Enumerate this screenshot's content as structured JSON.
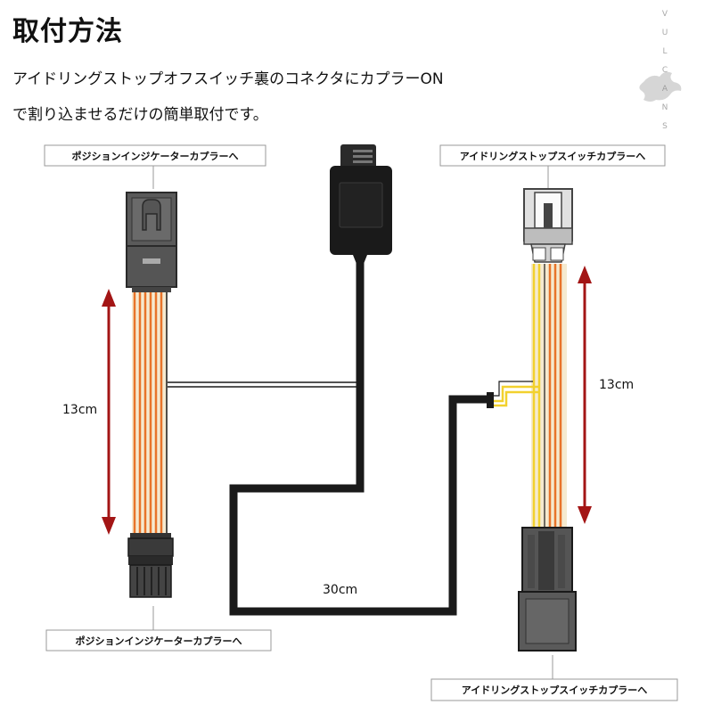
{
  "header": {
    "title": "取付方法",
    "line1": "アイドリングストップオフスイッチ裏のコネクタにカプラーON",
    "line2": "で割り込ませるだけの簡単取付です。"
  },
  "logo": {
    "letters": [
      "V",
      "U",
      "L",
      "C",
      "A",
      "N",
      "S"
    ]
  },
  "callouts": {
    "left_top": "ポジションインジケーターカプラーへ",
    "left_bottom": "ポジションインジケーターカプラーへ",
    "right_top": "アイドリングストップスイッチカプラーへ",
    "right_bottom": "アイドリングストップスイッチカプラーへ"
  },
  "dimensions": {
    "left_length": "13cm",
    "right_length": "13cm",
    "cable_length": "30cm"
  },
  "colors": {
    "arrow": "#a31515",
    "cable": "#1a1a1a",
    "wire_orange": "#e8742a",
    "wire_cream": "#f5ead0",
    "wire_yellow": "#f2d12e",
    "connector_dark": "#4a4a4a",
    "connector_light": "#d0d0d0"
  }
}
